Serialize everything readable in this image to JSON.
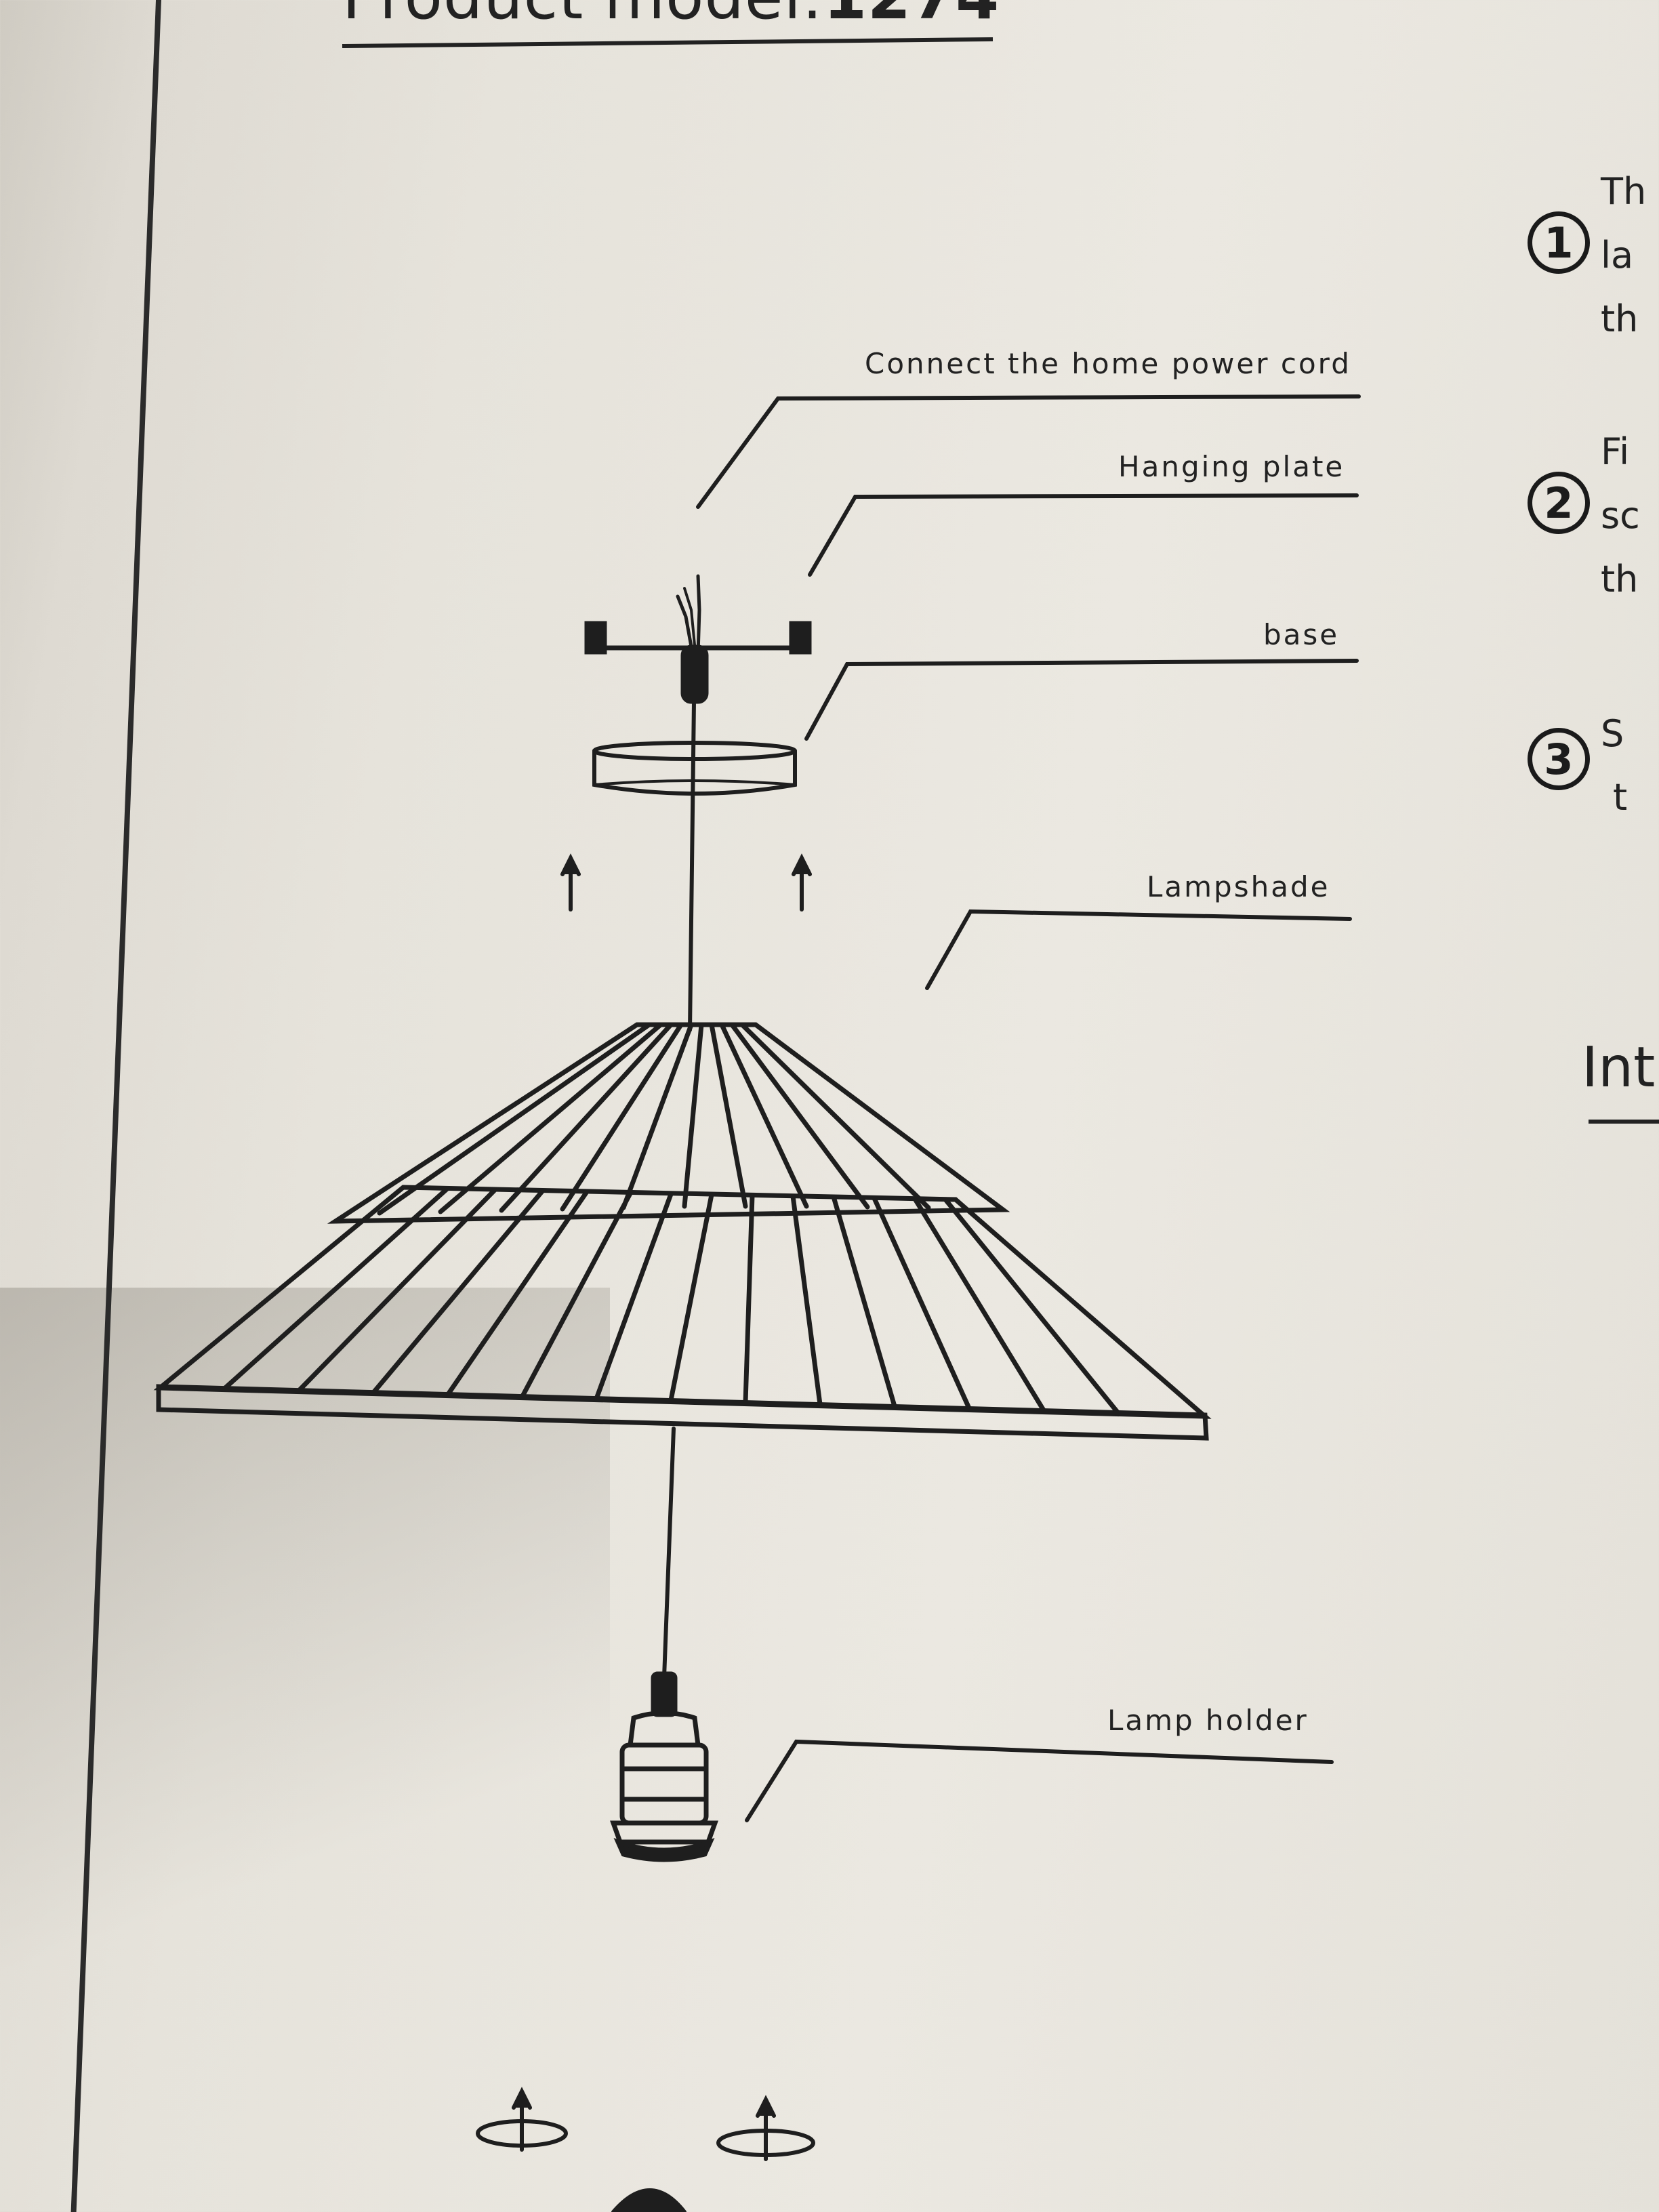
{
  "header": {
    "title_prefix": "Product model:",
    "title_number": "1274"
  },
  "diagram": {
    "labels": {
      "power_cord": "Connect the home power cord",
      "hanging_plate": "Hanging plate",
      "base": "base",
      "lampshade": "Lampshade",
      "lamp_holder": "Lamp holder"
    }
  },
  "steps": [
    {
      "number": "1",
      "lines": [
        "Th",
        "la",
        "th"
      ]
    },
    {
      "number": "2",
      "lines": [
        "Fi",
        "sc",
        "th"
      ]
    },
    {
      "number": "3",
      "lines": [
        "S",
        "t"
      ]
    }
  ],
  "section_heading": "Int"
}
